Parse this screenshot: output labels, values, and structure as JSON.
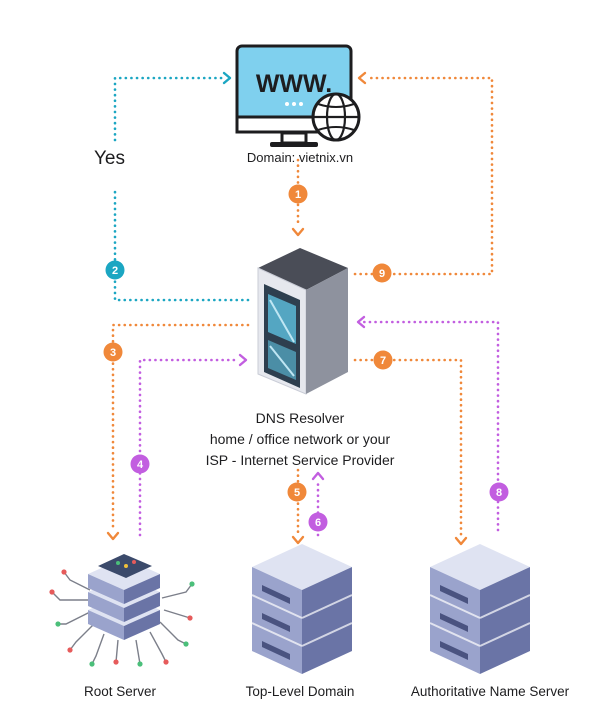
{
  "labels": {
    "domain": "Domain: vietnix.vn",
    "yes": "Yes",
    "resolver_title": "DNS Resolver",
    "resolver_line2": "home / office network or your",
    "resolver_line3": "ISP - Internet Service Provider",
    "root_server": "Root Server",
    "tld": "Top-Level Domain",
    "auth_server": "Authoritative Name Server"
  },
  "monitor_text": "WWW.",
  "steps": [
    {
      "n": "1",
      "color": "#f0883a"
    },
    {
      "n": "2",
      "color": "#1ba6c2"
    },
    {
      "n": "3",
      "color": "#f0883a"
    },
    {
      "n": "4",
      "color": "#c25ee0"
    },
    {
      "n": "5",
      "color": "#f0883a"
    },
    {
      "n": "6",
      "color": "#c25ee0"
    },
    {
      "n": "7",
      "color": "#f0883a"
    },
    {
      "n": "8",
      "color": "#c25ee0"
    },
    {
      "n": "9",
      "color": "#f0883a"
    }
  ],
  "colors": {
    "orange": "#f0883a",
    "purple": "#c25ee0",
    "teal": "#1ba6c2",
    "monitor_screen": "#7fd0ee",
    "server_body": "#9aa3cc",
    "dark": "#1d1d1f"
  },
  "icons": [
    "computer-globe-icon",
    "dns-resolver-rack-icon",
    "root-server-icon",
    "tld-server-icon",
    "authoritative-server-icon"
  ]
}
